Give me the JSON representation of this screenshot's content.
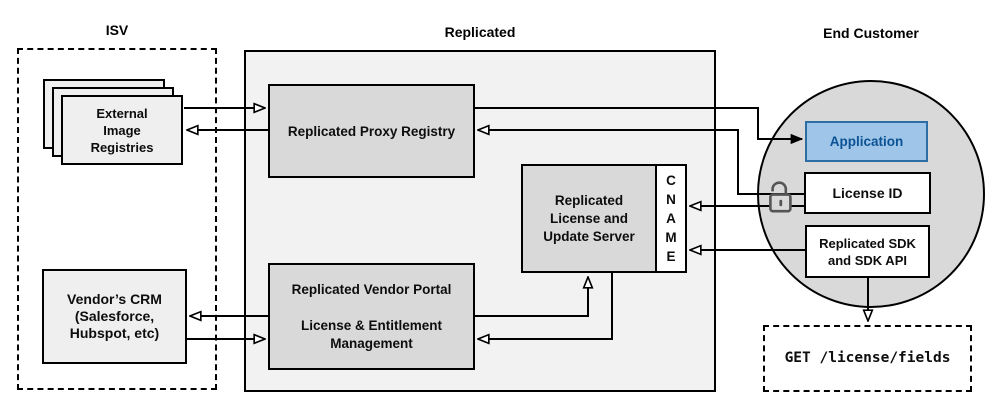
{
  "diagram": {
    "sections": {
      "isv_title": "ISV",
      "replicated_title": "Replicated",
      "end_customer_title": "End Customer"
    },
    "nodes": {
      "external_registries": "External\nImage\nRegistries",
      "vendors_crm": "Vendor’s CRM\n(Salesforce,\nHubspot, etc)",
      "proxy_registry": "Replicated Proxy Registry",
      "license_update_server": "Replicated\nLicense and\nUpdate Server",
      "cname": "C\nN\nA\nM\nE",
      "vendor_portal": "Replicated Vendor Portal\n\nLicense & Entitlement\nManagement",
      "application": "Application",
      "license_id": "License ID",
      "replicated_sdk": "Replicated SDK\nand SDK API",
      "get_license_fields": "GET /license/fields"
    },
    "icons": {
      "lock_icon": "open-padlock"
    },
    "colors": {
      "application_fill": "#9fc5e8",
      "application_border": "#2e6da4",
      "application_text": "#0b5394",
      "gray_node_fill": "#d9d9d9",
      "replicated_container_fill": "#f2f2f2",
      "light_node_fill": "#efefef",
      "customer_circle_fill": "#d9d9d9",
      "line_color": "#000000",
      "lock_color": "#555555"
    }
  }
}
